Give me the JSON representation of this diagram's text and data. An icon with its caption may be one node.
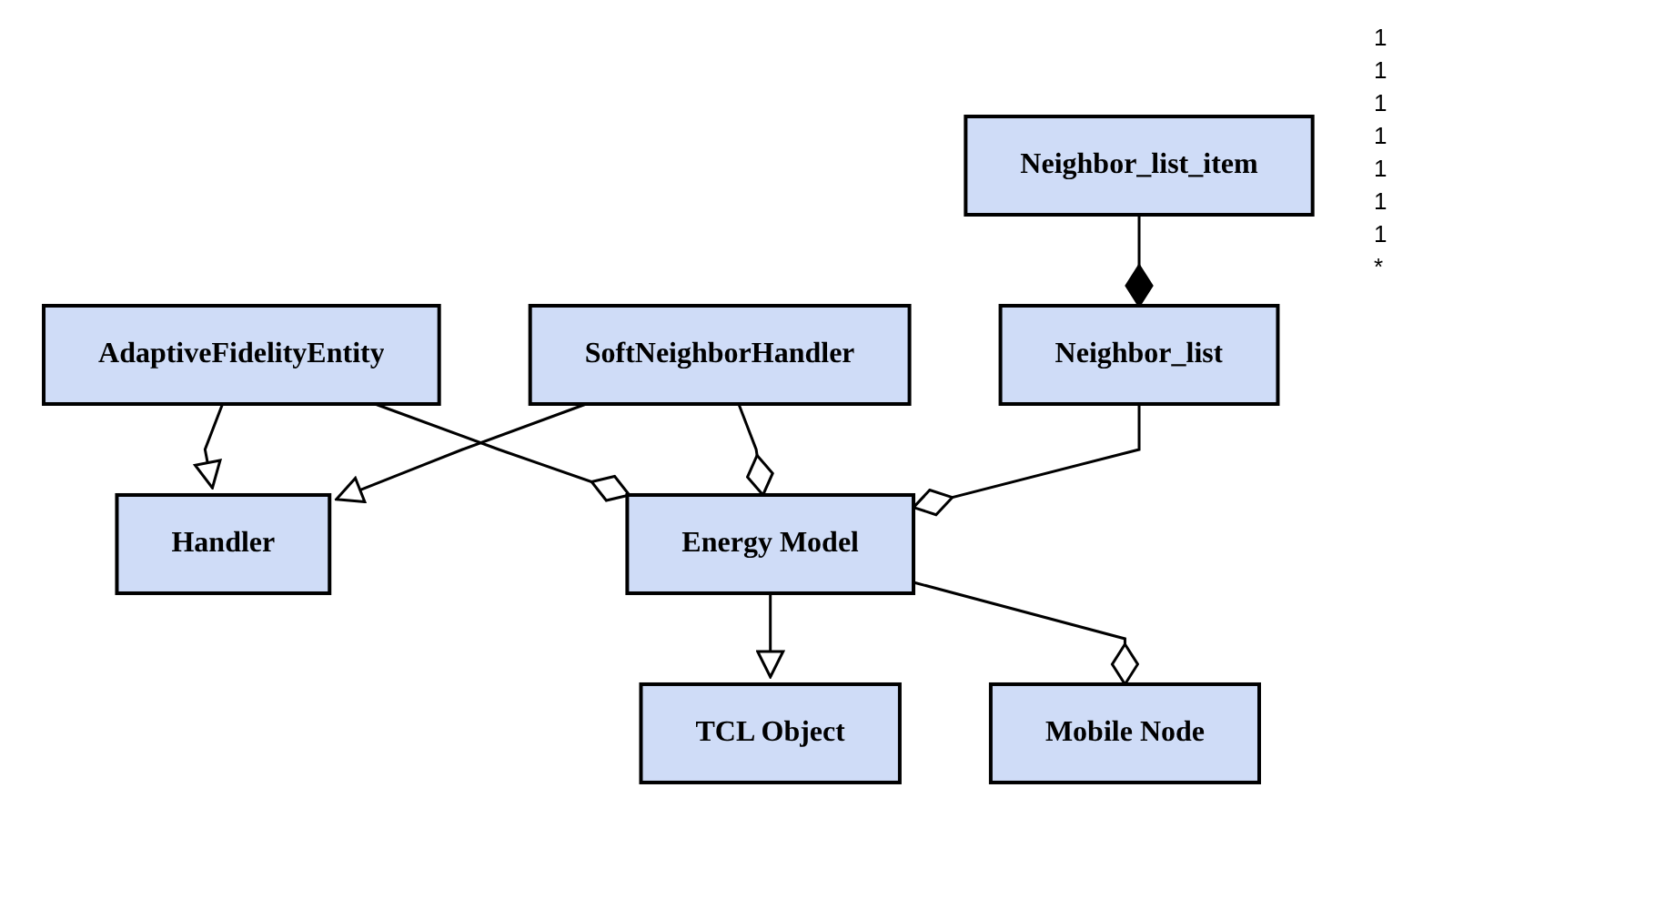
{
  "diagram": {
    "nodes": [
      {
        "text": [
          "AdaptiveFidelityEntity"
        ]
      },
      {
        "text": [
          "Handler"
        ]
      },
      {
        "text": [
          "SoftNeighborHandler"
        ]
      },
      {
        "text": [
          "Energy Model"
        ]
      },
      {
        "text": [
          "TCL Object"
        ]
      },
      {
        "text": [
          "Mobile Node"
        ]
      },
      {
        "text": [
          "Neighbor_list"
        ]
      },
      {
        "text": [
          "Neighbor_list_item"
        ]
      }
    ],
    "edges": [
      {
        "from": 0,
        "to": 1,
        "arrow": "to"
      },
      {
        "from": 2,
        "to": 1,
        "arrow": "to"
      },
      {
        "from": 0,
        "to": 3,
        "arrow": "other"
      },
      {
        "from": 2,
        "to": 3,
        "arrow": "other"
      },
      {
        "from": 3,
        "to": 4,
        "arrow": "to"
      },
      {
        "from": 3,
        "to": 5,
        "arrow": "other"
      },
      {
        "from": 6,
        "to": 3,
        "arrow": "other"
      },
      {
        "from": 7,
        "to": 6,
        "arrow": "other"
      }
    ],
    "labels": [
      "1",
      "1",
      "1",
      "1",
      "1",
      "1",
      "1",
      "*"
    ]
  }
}
